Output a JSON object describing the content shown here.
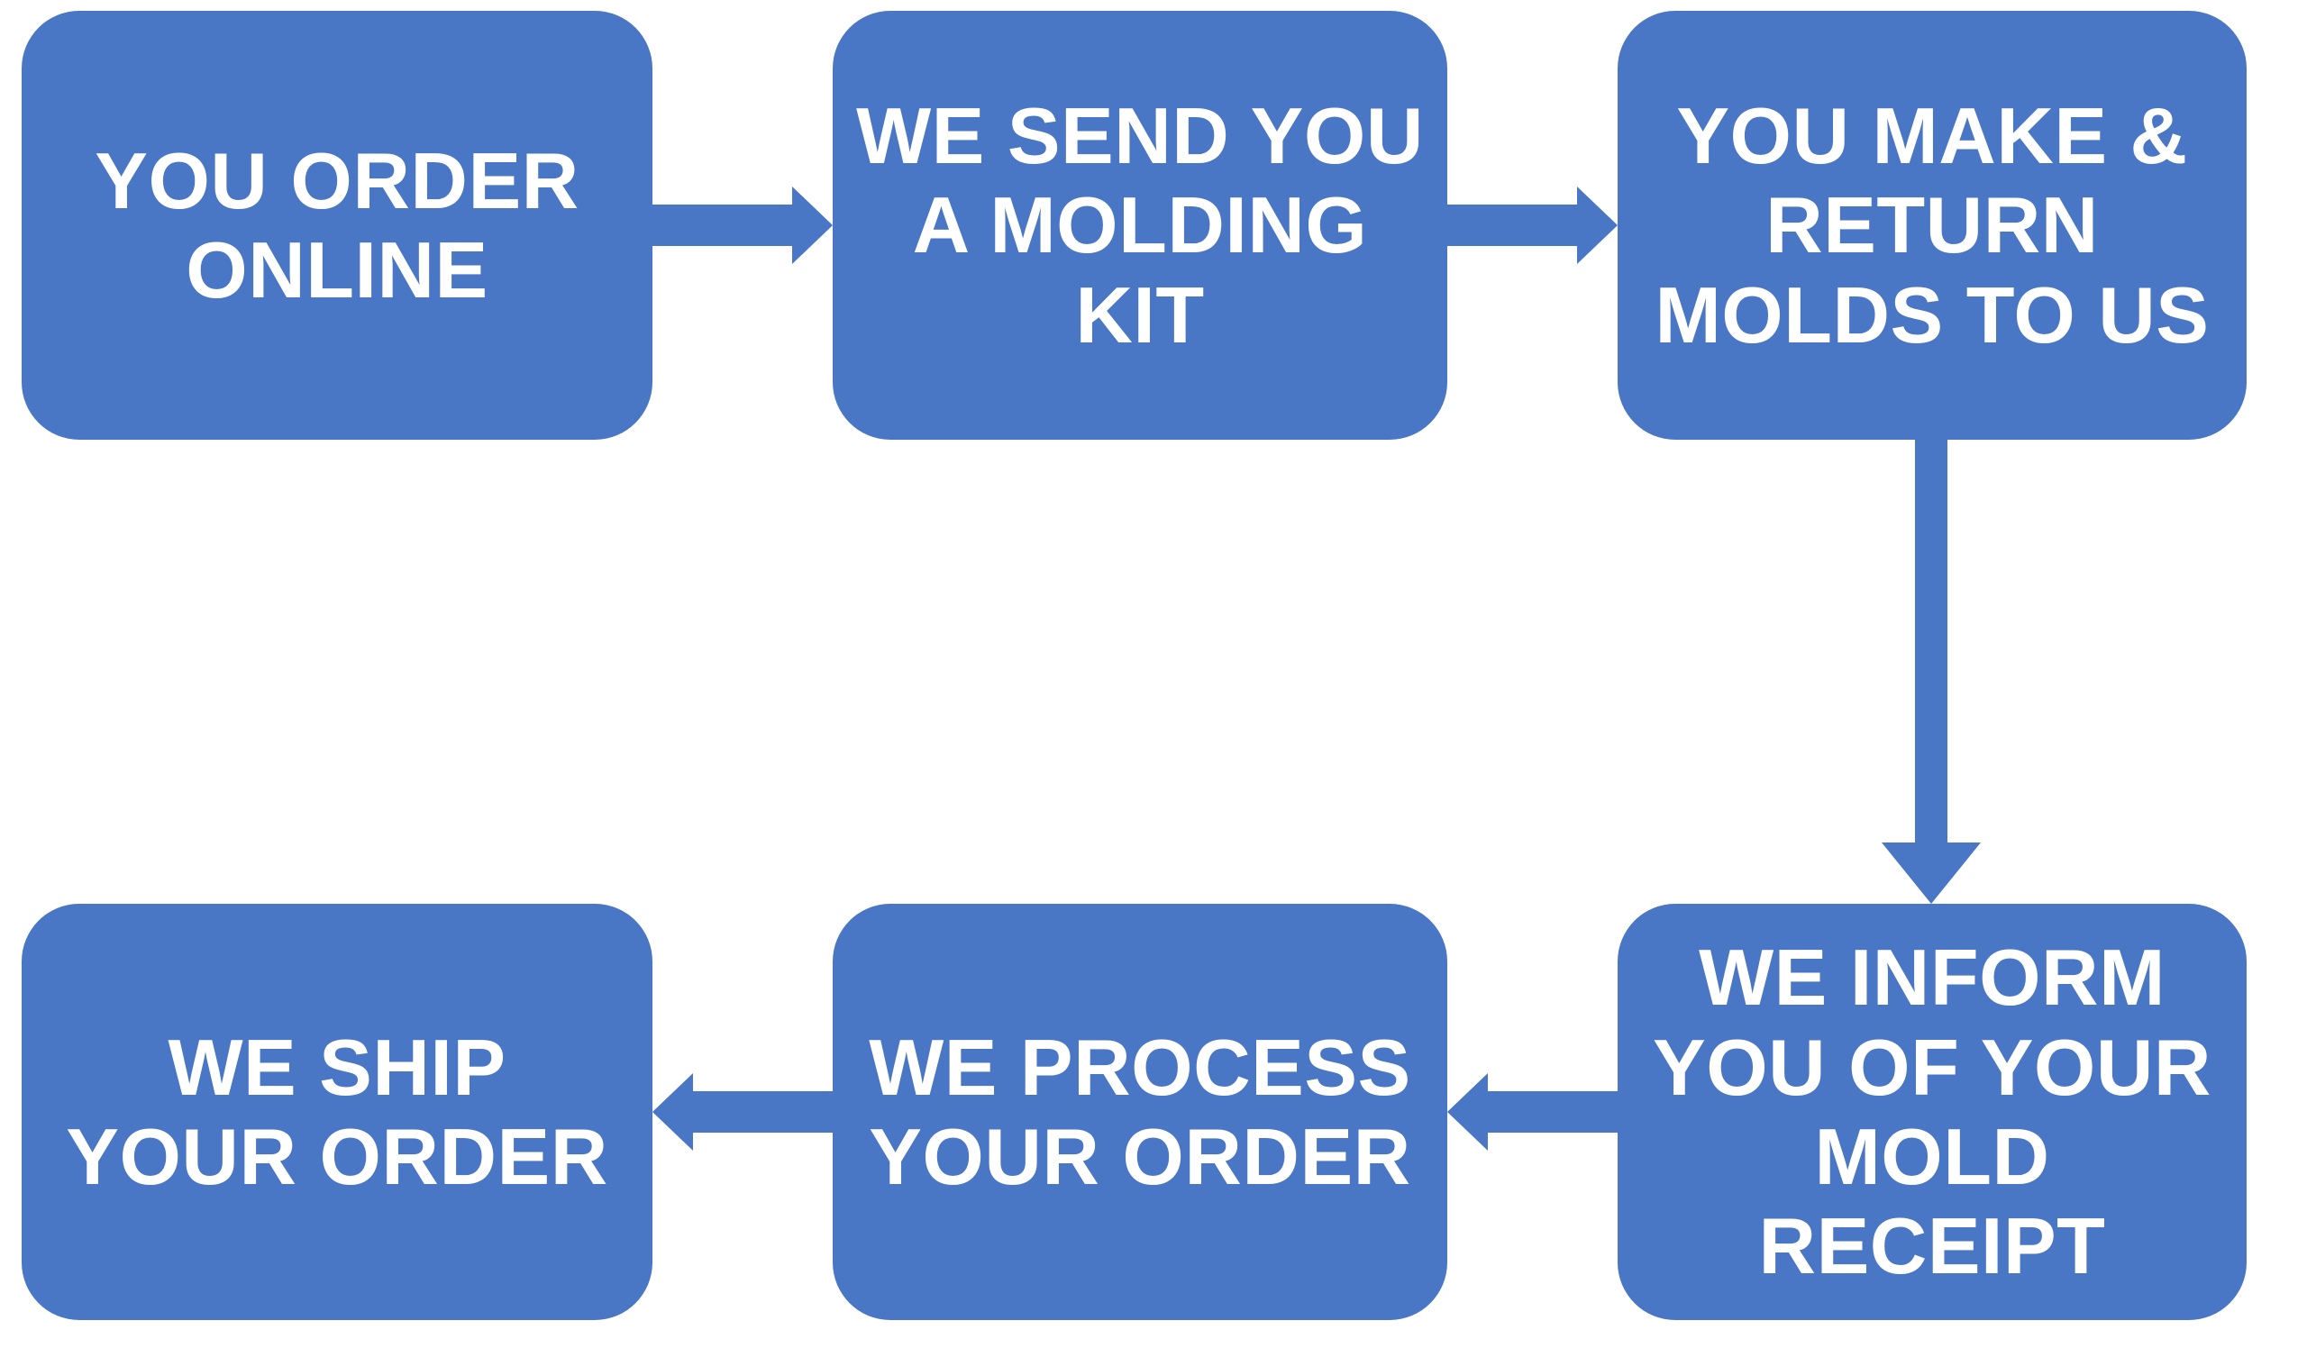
{
  "diagram": {
    "type": "flowchart",
    "colors": {
      "background": "#ffffff",
      "node_fill": "#4a76c6",
      "arrow_fill": "#4a76c6",
      "text": "#ffffff"
    },
    "nodes": [
      {
        "id": "order-online",
        "label": "YOU ORDER\nONLINE"
      },
      {
        "id": "send-kit",
        "label": "WE SEND YOU\nA MOLDING\nKIT"
      },
      {
        "id": "make-return",
        "label": "YOU MAKE &\nRETURN\nMOLDS TO US"
      },
      {
        "id": "inform-receipt",
        "label": "WE INFORM\nYOU OF YOUR\nMOLD\nRECEIPT"
      },
      {
        "id": "process-order",
        "label": "WE PROCESS\nYOUR ORDER"
      },
      {
        "id": "ship-order",
        "label": "WE SHIP\nYOUR ORDER"
      }
    ],
    "edges": [
      {
        "from": "order-online",
        "to": "send-kit",
        "direction": "right"
      },
      {
        "from": "send-kit",
        "to": "make-return",
        "direction": "right"
      },
      {
        "from": "make-return",
        "to": "inform-receipt",
        "direction": "down"
      },
      {
        "from": "inform-receipt",
        "to": "process-order",
        "direction": "left"
      },
      {
        "from": "process-order",
        "to": "ship-order",
        "direction": "left"
      }
    ]
  }
}
